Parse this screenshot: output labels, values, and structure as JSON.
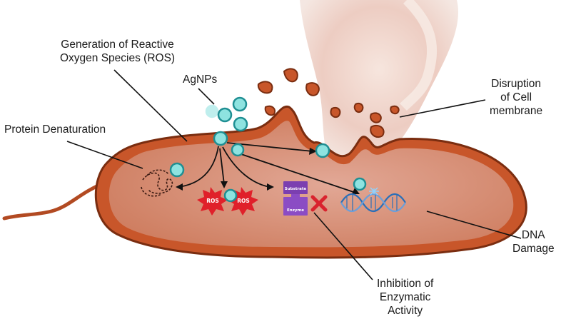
{
  "labels": {
    "ros_line1": "Generation of Reactive",
    "ros_line2": "Oxygen Species (ROS)",
    "agnps": "AgNPs",
    "protein": "Protein Denaturation",
    "disruption_line1": "Disruption",
    "disruption_line2": "of Cell",
    "disruption_line3": "membrane",
    "dna_line1": "DNA",
    "dna_line2": "Damage",
    "inhibition_line1": "Inhibition of",
    "inhibition_line2": "Enzymatic",
    "inhibition_line3": "Activity"
  },
  "badges": {
    "ros": "ROS",
    "substrate": "Substrate",
    "enzyme": "Enzyme"
  },
  "colors": {
    "cell_body": "#c8562a",
    "cell_inner": "#d9977f",
    "cell_edge": "#7a2d10",
    "nanoparticle": "#8ee3e0",
    "nanoparticle_edge": "#1f8f93",
    "ros_burst": "#e0202a",
    "enzyme_purple": "#7b3fb0",
    "x_mark": "#d9232e",
    "dna_blue": "#2a6fb8",
    "smoke": "#e9c3b5"
  },
  "icons": [
    "nanoparticle-icon",
    "ros-burst-icon",
    "enzyme-icon",
    "substrate-icon",
    "dna-helix-icon",
    "x-mark-icon",
    "denatured-protein-icon",
    "bacterium-flagellum-icon"
  ]
}
